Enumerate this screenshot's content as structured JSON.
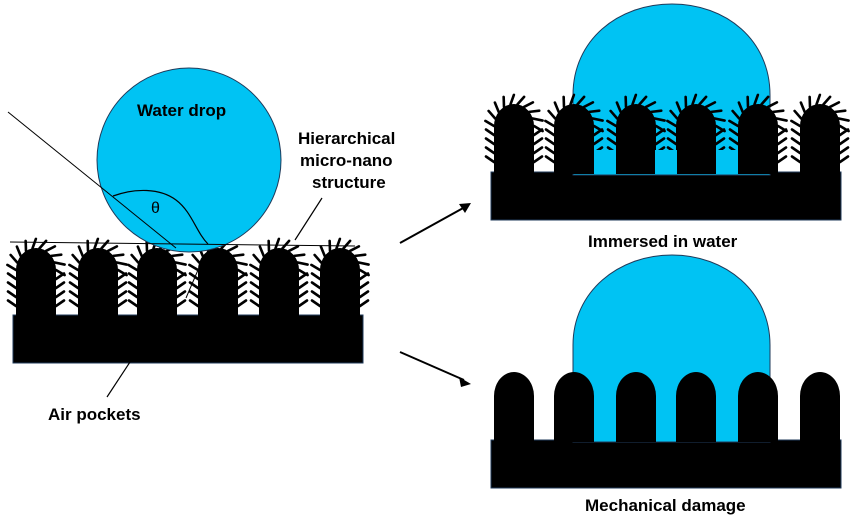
{
  "labels": {
    "water_drop": "Water drop",
    "hierarchical": [
      "Hierarchical",
      "micro-nano",
      "structure"
    ],
    "theta": "θ",
    "air_pockets": "Air pockets",
    "immersed": "Immersed in water",
    "mechanical_damage": "Mechanical damage"
  },
  "colors": {
    "water": "#00C3F3",
    "structure": "#000000",
    "outline": "#1f3a5a",
    "background": "#ffffff"
  }
}
